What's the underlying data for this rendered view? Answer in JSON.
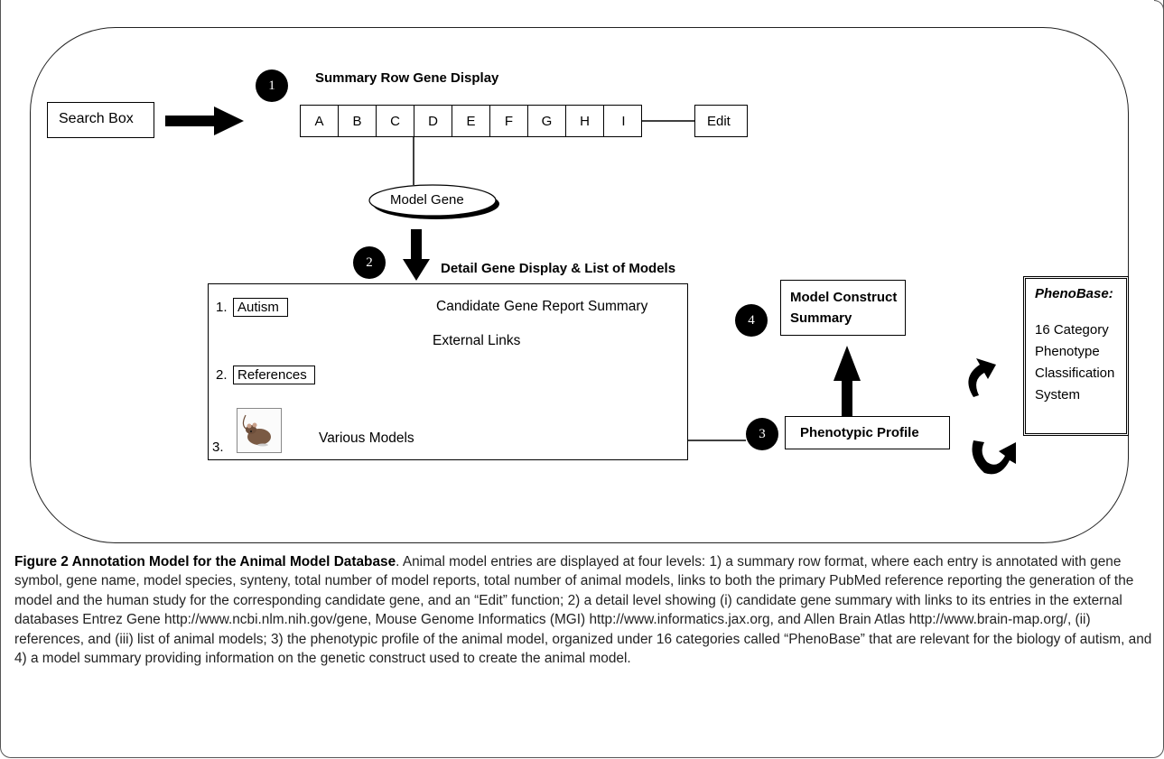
{
  "diagram": {
    "search_box": "Search Box",
    "summary_title": "Summary Row Gene Display",
    "summary_cells": [
      "A",
      "B",
      "C",
      "D",
      "E",
      "F",
      "G",
      "H",
      "I"
    ],
    "edit": "Edit",
    "model_gene": "Model Gene",
    "detail_title": "Detail Gene Display & List of Models",
    "detail": {
      "num1": "1.",
      "autism": "Autism",
      "candidate": "Candidate Gene Report Summary",
      "external": "External Links",
      "num2": "2.",
      "references": "References",
      "num3": "3.",
      "various": "Various Models"
    },
    "model_construct": "Model Construct Summary",
    "phenotypic_profile": "Phenotypic Profile",
    "phenobase": {
      "title": "PhenoBase:",
      "lines": [
        "16 Category",
        "Phenotype",
        "Classification",
        "System"
      ]
    },
    "steps": [
      "1",
      "2",
      "3",
      "4"
    ]
  },
  "caption": {
    "label": "Figure 2 Annotation Model for the Animal Model Database",
    "text": ". Animal model entries are displayed at four levels: 1) a summary row format, where each entry is annotated with gene symbol, gene name, model species, synteny, total number of model reports, total number of animal models, links to both the primary PubMed reference reporting the generation of the model and the human study for the corresponding candidate gene, and an “Edit” function; 2) a detail level showing (i) candidate gene summary with links to its entries in the external databases Entrez Gene http://www.ncbi.nlm.nih.gov/gene, Mouse Genome Informatics (MGI) http://www.informatics.jax.org, and Allen Brain Atlas http://www.brain-map.org/, (ii) references, and (iii) list of animal models; 3) the phenotypic profile of the animal model, organized under 16 categories called “PhenoBase” that are relevant for the biology of autism, and 4) a model summary providing information on the genetic construct used to create the animal model."
  }
}
